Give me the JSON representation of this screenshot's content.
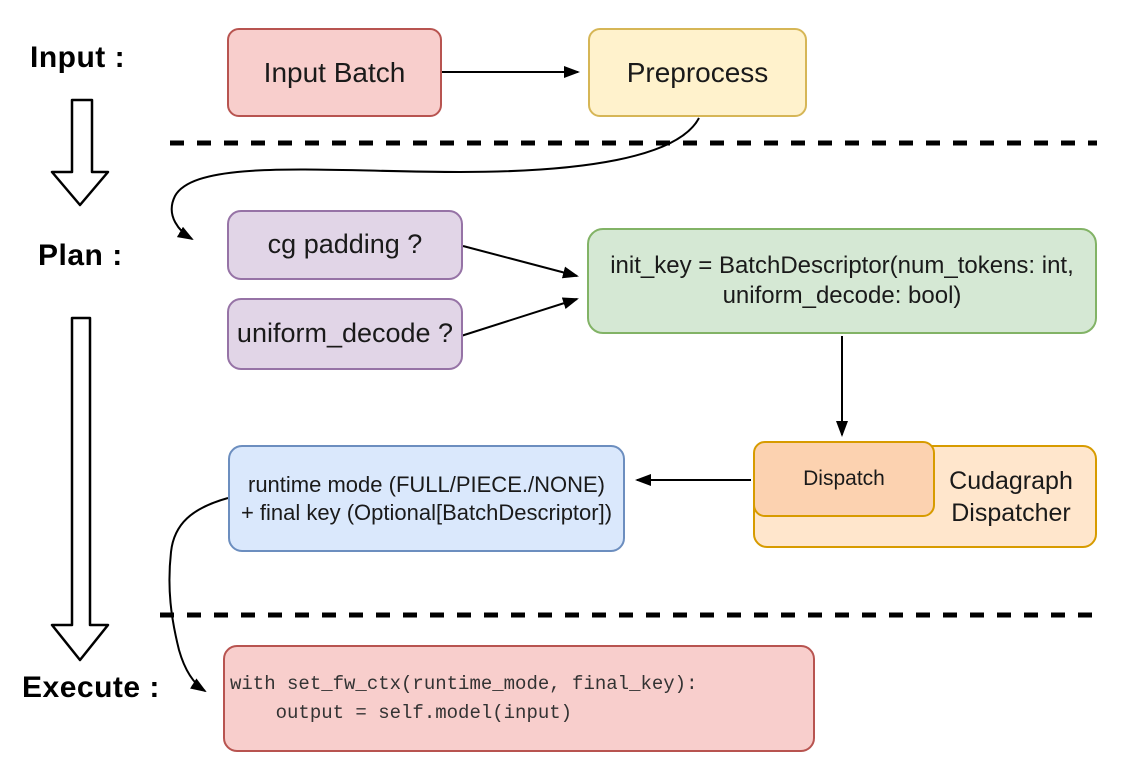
{
  "diagram": {
    "title_hint": "Cudagraph dispatch flow (input / plan / execute)",
    "stages": {
      "input_label": "Input :",
      "plan_label": "Plan :",
      "execute_label": "Execute :"
    },
    "nodes": {
      "input_batch": {
        "label": "Input Batch"
      },
      "preprocess": {
        "label": "Preprocess"
      },
      "cg_padding": {
        "label": "cg padding ?"
      },
      "uniform_decode": {
        "label": "uniform_decode ?"
      },
      "init_key": {
        "line1": "init_key = BatchDescriptor(num_tokens: int,",
        "line2": "uniform_decode: bool)"
      },
      "dispatch": {
        "label": "Dispatch"
      },
      "cudagraph_dispatcher": {
        "line1": "Cudagraph",
        "line2": "Dispatcher"
      },
      "runtime_mode": {
        "line1": "runtime mode (FULL/PIECE./NONE)",
        "line2": "+ final key (Optional[BatchDescriptor])"
      },
      "execute_code": {
        "code": "with set_fw_ctx(runtime_mode, final_key):\n    output = self.model(input)"
      }
    },
    "colors": {
      "red_fill": "#F8CECC",
      "red_stroke": "#B85450",
      "yellow_fill": "#FFF2CC",
      "yellow_stroke": "#D6B656",
      "purple_fill": "#E1D5E7",
      "purple_stroke": "#9673A6",
      "green_fill": "#D5E8D4",
      "green_stroke": "#82B366",
      "blue_fill": "#DAE8FC",
      "blue_stroke": "#6C8EBF",
      "orange_light_fill": "#FFE6CC",
      "orange_mid_fill": "#FCD2B0",
      "orange_stroke": "#D79B00",
      "connector": "#000000"
    }
  }
}
